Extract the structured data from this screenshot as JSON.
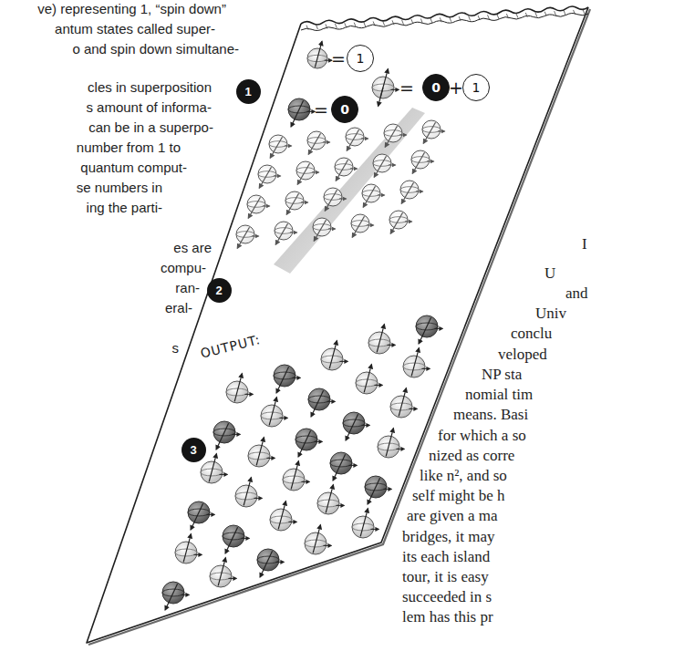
{
  "diagram": {
    "nodes": [
      {
        "text": [
          "1"
        ]
      },
      {
        "text": [
          "1"
        ]
      },
      {
        "text": [
          "0"
        ]
      },
      {
        "text": [
          "1"
        ]
      },
      {
        "text": [
          "0"
        ]
      },
      {
        "text": [
          "2"
        ]
      },
      {
        "text": [
          "3"
        ]
      }
    ],
    "labels": [
      "ve) representing 1, “spin down”",
      "antum states called super-",
      "o and spin down simultane-",
      "cles in superposition",
      "s amount of informa-",
      "can be in a superpo-",
      "number from 1 to",
      "quantum comput-",
      "se numbers in",
      "ing the parti-",
      "es are",
      "compu-",
      "ran-",
      "eral-",
      "s",
      "=",
      "=",
      "+",
      "=",
      "OUTPUT:",
      "I",
      "U",
      "and",
      "Univ",
      "conclu",
      "veloped",
      "NP sta",
      "nomial tim",
      "means. Basi",
      "for which a so",
      "nized as corre",
      "like n², and so",
      "self might be h",
      "are given a ma",
      "bridges, it may",
      "its each island",
      "tour, it is easy",
      "succeeded in s",
      "lem has this pr"
    ]
  }
}
